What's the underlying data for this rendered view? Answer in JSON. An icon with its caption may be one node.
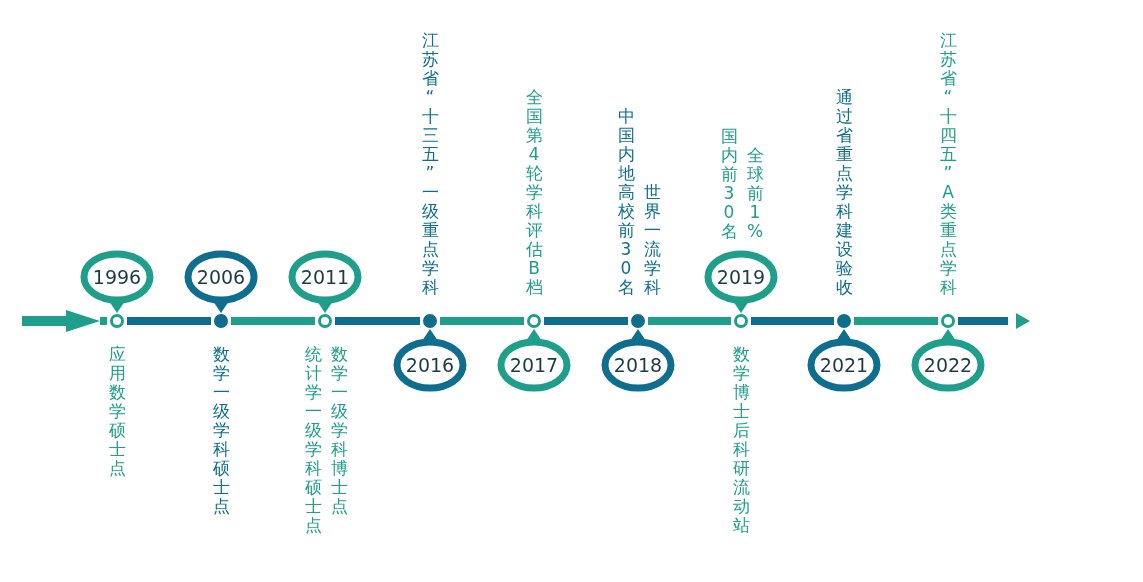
{
  "diagram": {
    "nodes": [
      {
        "text": [
          "1996"
        ],
        "beside": [
          "应用数学硕士点"
        ]
      },
      {
        "text": [
          "2006"
        ],
        "beside": [
          "数学一级学科硕士点"
        ]
      },
      {
        "text": [
          "2011"
        ],
        "beside": [
          "数学一级学科博士点",
          "统计学一级学科硕士点"
        ]
      },
      {
        "text": [
          "2016"
        ],
        "beside": [
          "江苏省“十三五”一级重点学科"
        ]
      },
      {
        "text": [
          "2017"
        ],
        "beside": [
          "全国第4轮学科评估B档"
        ]
      },
      {
        "text": [
          "2018"
        ],
        "beside": [
          "世界一流学科",
          "中国内地高校前30名"
        ]
      },
      {
        "text": [
          "2019"
        ],
        "beside": [
          "全球前1%",
          "国内前30名",
          "数学博士后科研流动站"
        ]
      },
      {
        "text": [
          "2021"
        ],
        "beside": [
          "通过省重点学科建设验收"
        ]
      },
      {
        "text": [
          "2022"
        ],
        "beside": [
          "江苏省“十四五”A类重点学科"
        ]
      }
    ],
    "edges": []
  }
}
